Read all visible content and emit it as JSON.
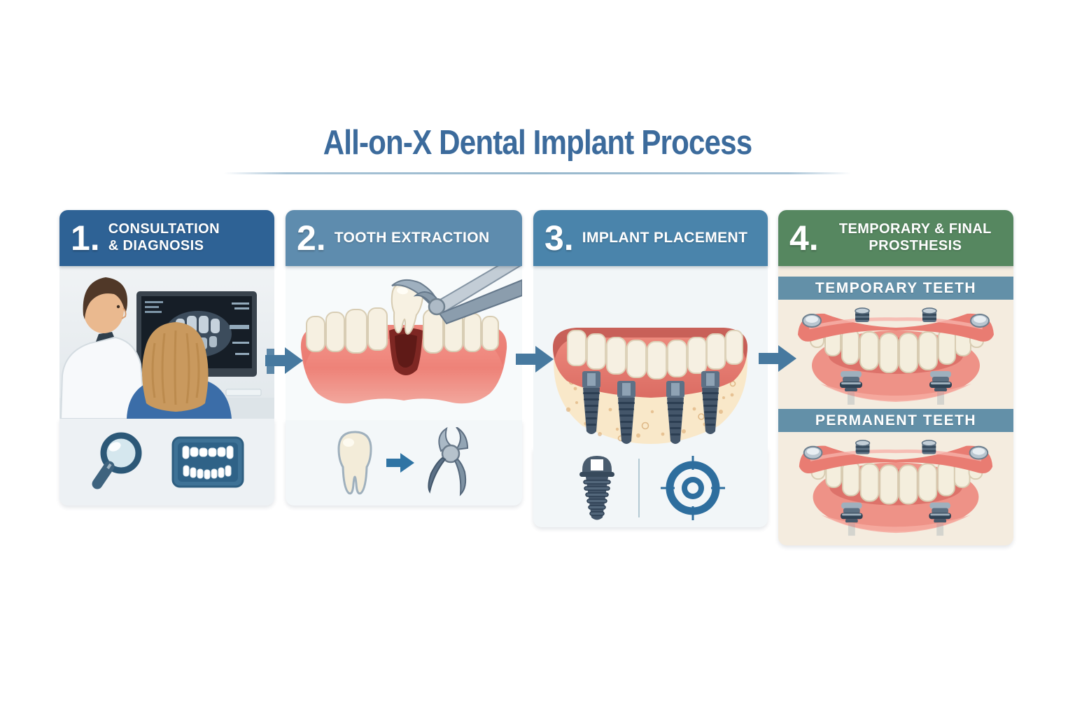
{
  "title": {
    "text": "All-on-X Dental Implant Process",
    "color": "#3c6b9c"
  },
  "steps": [
    {
      "number": "1.",
      "label": "CONSULTATION & DIAGNOSIS",
      "label_lines": [
        "CONSULTATION",
        "& DIAGNOSIS"
      ],
      "header_color": "#2e6295",
      "scene": "doctor and patient reviewing dental scan on monitor",
      "icons": [
        "magnifier-icon",
        "teeth-xray-panel-icon"
      ]
    },
    {
      "number": "2.",
      "label": "TOOTH EXTRACTION",
      "header_color": "#5e8cae",
      "scene": "forceps extracting tooth from lower jaw with empty socket",
      "icons": [
        "tooth-icon",
        "arrow-right-icon",
        "forceps-icon"
      ]
    },
    {
      "number": "3.",
      "label": "IMPLANT PLACEMENT",
      "header_color": "#4a84ab",
      "scene": "four implant screws placed in jawbone beneath teeth",
      "icons": [
        "implant-screw-icon",
        "target-icon"
      ]
    },
    {
      "number": "4.",
      "label": "TEMPORARY & FINAL PROSTHESIS",
      "label_lines": [
        "TEMPORARY & FINAL",
        "PROSTHESIS"
      ],
      "header_color": "#568760",
      "scene": "full-arch prostheses on implants",
      "sub_sections": [
        {
          "label": "TEMPORARY TEETH"
        },
        {
          "label": "PERMANENT TEETH"
        }
      ]
    }
  ],
  "arrows": {
    "count": 3,
    "color": "#47799f"
  },
  "divider_color": "#a8c3d6",
  "panel4": {
    "subbar_color": "#6390a8",
    "background": "#f4ecdf"
  }
}
